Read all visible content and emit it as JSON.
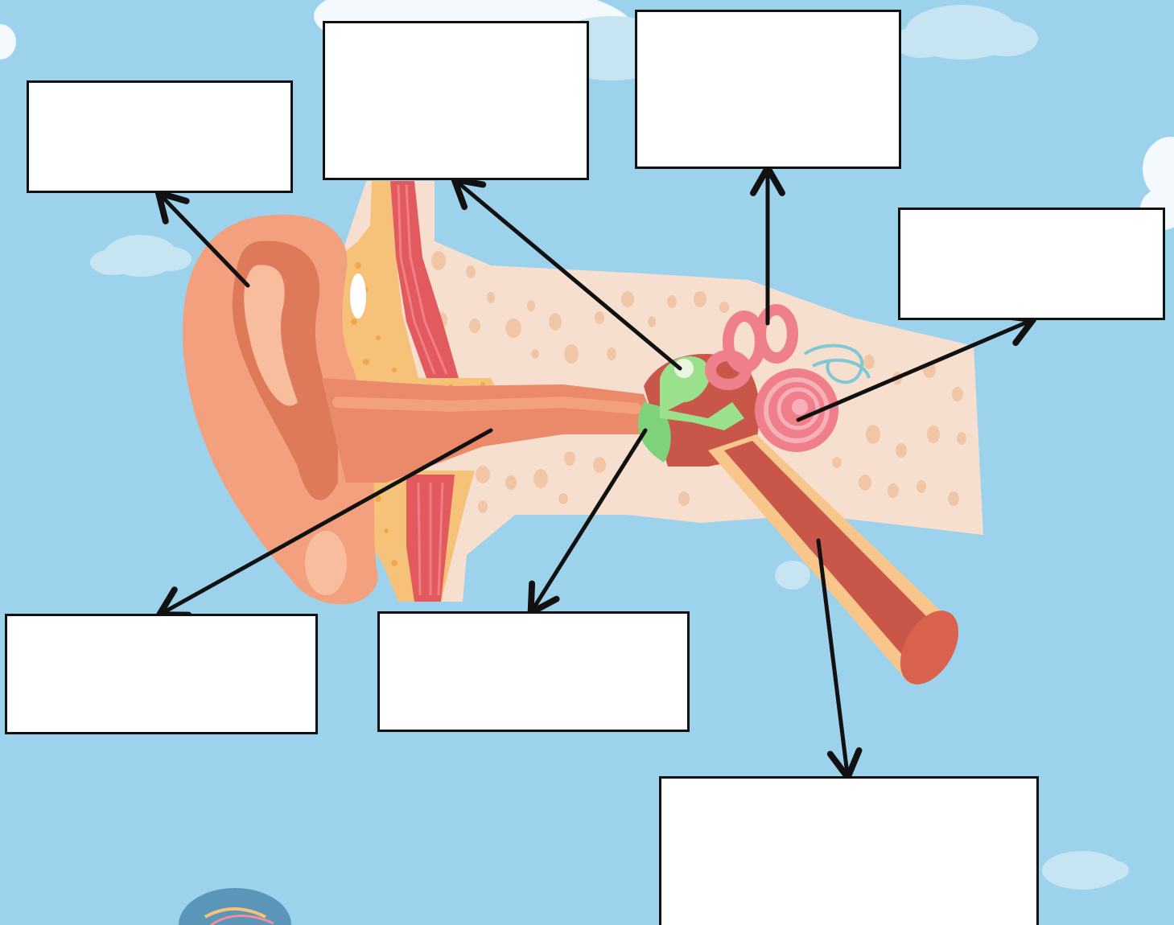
{
  "colors": {
    "sky": "#9dd2ec",
    "cloud": "#f3f9fd",
    "cloud_shade": "#c7e4f3",
    "bone": "#f7dfcf",
    "bone_pit": "#f0c6a6",
    "skin": "#f3a07e",
    "skin_dark": "#de7a5a",
    "skin_light": "#f8bd9d",
    "canal": "#ea8a6a",
    "fat": "#f6c27a",
    "fat_dot": "#eea94f",
    "muscle": "#e25a5e",
    "muscle_light": "#f07f82",
    "eardrum": "#7ed37a",
    "ossicle_green": "#9be08c",
    "cochlea": "#ef7f8b",
    "nerve": "#7ec9d3",
    "tube": "#c8574a",
    "tube_outer": "#f8c58a",
    "arrow": "#111111",
    "box_fill": "#ffffff",
    "box_border": "#111111"
  },
  "icons": [
    "cloud-icon",
    "arrow-icon"
  ],
  "label_boxes": [
    {
      "id": "box-1",
      "text": ""
    },
    {
      "id": "box-2",
      "text": ""
    },
    {
      "id": "box-3",
      "text": ""
    },
    {
      "id": "box-4",
      "text": ""
    },
    {
      "id": "box-5",
      "text": ""
    },
    {
      "id": "box-6",
      "text": ""
    },
    {
      "id": "box-7",
      "text": ""
    }
  ]
}
